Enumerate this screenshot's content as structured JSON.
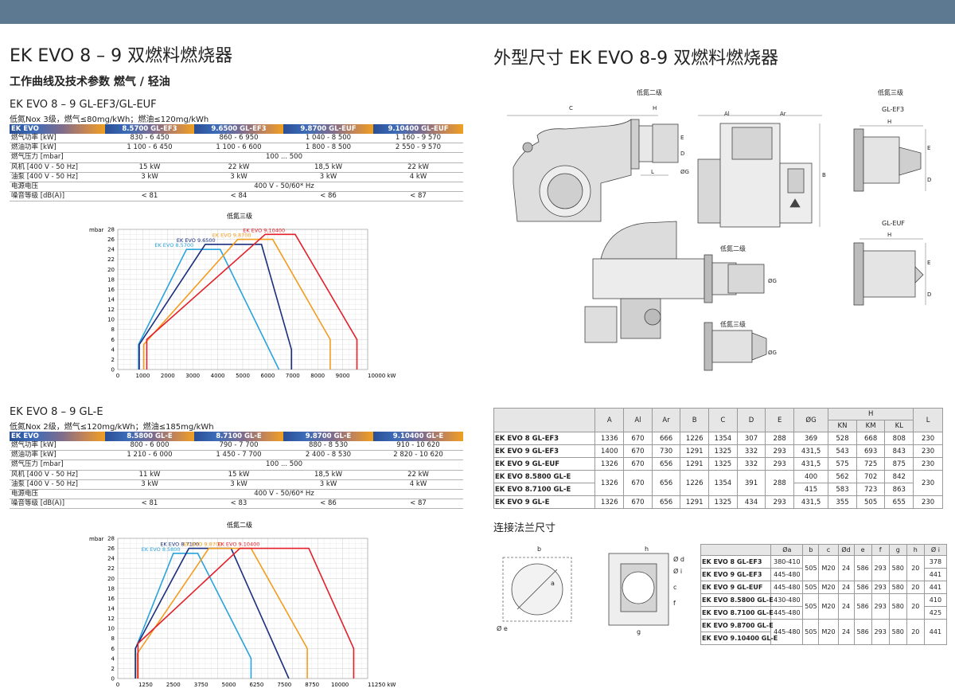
{
  "left": {
    "title": "EK EVO 8 – 9 双燃料燃烧器",
    "subtitle": "工作曲线及技术参数   燃气 / 轻油",
    "section1": {
      "title": "EK EVO 8 – 9 GL-EF3/GL-EUF",
      "note": "低氮Nox 3级，燃气≤80mg/kWh；燃油≤120mg/kWh",
      "header": [
        "EK EVO",
        "8.5700 GL-EF3",
        "9.6500 GL-EF3",
        "9.8700 GL-EUF",
        "9.10400 GL-EUF"
      ],
      "rows": [
        {
          "label": "燃气功率 [kW]",
          "cells": [
            "830 - 6 450",
            "860 - 6 950",
            "1 040 - 8 500",
            "1 160 - 9 570"
          ]
        },
        {
          "label": "燃油功率 [kW]",
          "cells": [
            "1 100 - 6 450",
            "1 100 - 6 600",
            "1 800 - 8 500",
            "2 550 - 9 570"
          ]
        },
        {
          "label": "燃气压力 [mbar]",
          "span": "100 ... 500"
        },
        {
          "label": "风机 [400 V - 50 Hz]",
          "cells": [
            "15 kW",
            "22 kW",
            "18,5 kW",
            "22 kW"
          ]
        },
        {
          "label": "油泵 [400 V - 50 Hz]",
          "cells": [
            "3 kW",
            "3 kW",
            "3 kW",
            "4 kW"
          ]
        },
        {
          "label": "电源电压",
          "span": "400 V - 50/60* Hz"
        },
        {
          "label": "噪音等级 [dB(A)]",
          "cells": [
            "< 81",
            "< 84",
            "< 86",
            "< 87"
          ]
        }
      ]
    },
    "section2": {
      "title": "EK EVO 8 – 9 GL-E",
      "note": "低氮Nox 2级，燃气≤120mg/kWh；燃油≤185mg/kWh",
      "header": [
        "EK EVO",
        "8.5800 GL-E",
        "8.7100 GL-E",
        "9.8700 GL-E",
        "9.10400 GL-E"
      ],
      "rows": [
        {
          "label": "燃气功率 [kW]",
          "cells": [
            "800 - 6 000",
            "790 - 7 700",
            "880 - 8 530",
            "910 - 10 620"
          ]
        },
        {
          "label": "燃油功率 [kW]",
          "cells": [
            "1 210 - 6 000",
            "1 450 - 7 700",
            "2 400 - 8 530",
            "2 820 - 10 620"
          ]
        },
        {
          "label": "燃气压力 [mbar]",
          "span": "100 ... 500"
        },
        {
          "label": "风机 [400 V - 50 Hz]",
          "cells": [
            "11 kW",
            "15 kW",
            "18,5 kW",
            "22 kW"
          ]
        },
        {
          "label": "油泵 [400 V - 50 Hz]",
          "cells": [
            "3 kW",
            "3 kW",
            "3 kW",
            "4 kW"
          ]
        },
        {
          "label": "电源电压",
          "span": "400 V - 50/60* Hz"
        },
        {
          "label": "噪音等级 [dB(A)]",
          "cells": [
            "< 81",
            "< 83",
            "< 86",
            "< 87"
          ]
        }
      ]
    }
  },
  "chart_data": [
    {
      "type": "line",
      "title": "低氮三级",
      "ylabel": "mbar",
      "xunit": "kW",
      "xlim": [
        0,
        10000
      ],
      "ylim": [
        0,
        28
      ],
      "xticks": [
        0,
        1000,
        2000,
        3000,
        4000,
        5000,
        6000,
        7000,
        8000,
        9000,
        10000
      ],
      "xtick_labels": [
        "0",
        "1000",
        "2000",
        "3000",
        "4000",
        "5000",
        "6000",
        "7000",
        "8000",
        "9000",
        "10000 kW"
      ],
      "yticks": [
        0,
        2,
        4,
        6,
        8,
        10,
        12,
        14,
        16,
        18,
        20,
        22,
        24,
        26,
        28
      ],
      "grid": true,
      "series": [
        {
          "name": "EK EVO 8.5700",
          "color": "#29a3dc",
          "points": [
            [
              830,
              0
            ],
            [
              830,
              5
            ],
            [
              2750,
              24
            ],
            [
              4100,
              24
            ],
            [
              6450,
              0
            ]
          ]
        },
        {
          "name": "EK EVO 9.6500",
          "color": "#1b2f7d",
          "points": [
            [
              860,
              0
            ],
            [
              860,
              5
            ],
            [
              3500,
              25
            ],
            [
              5750,
              25
            ],
            [
              6950,
              4
            ],
            [
              6950,
              0
            ]
          ]
        },
        {
          "name": "EK EVO 9.8700",
          "color": "#f39c1e",
          "points": [
            [
              1040,
              0
            ],
            [
              1040,
              5
            ],
            [
              4800,
              26
            ],
            [
              6200,
              26
            ],
            [
              8500,
              6
            ],
            [
              8500,
              0
            ]
          ]
        },
        {
          "name": "EK EVO 9.10400",
          "color": "#e3202a",
          "points": [
            [
              1160,
              0
            ],
            [
              1160,
              6
            ],
            [
              5900,
              27
            ],
            [
              7100,
              27
            ],
            [
              9570,
              6
            ],
            [
              9570,
              0
            ]
          ]
        }
      ]
    },
    {
      "type": "line",
      "title": "低氮二级",
      "ylabel": "mbar",
      "xunit": "kW",
      "xlim": [
        0,
        11250
      ],
      "ylim": [
        0,
        28
      ],
      "xticks": [
        0,
        1250,
        2500,
        3750,
        5000,
        6250,
        7500,
        8750,
        10000,
        11250
      ],
      "xtick_labels": [
        "0",
        "1250",
        "2500",
        "3750",
        "5000",
        "6250",
        "7500",
        "8750",
        "10000",
        "11250 kW"
      ],
      "yticks": [
        0,
        2,
        4,
        6,
        8,
        10,
        12,
        14,
        16,
        18,
        20,
        22,
        24,
        26,
        28
      ],
      "grid": true,
      "series": [
        {
          "name": "EK EVO 8.5800",
          "color": "#29a3dc",
          "points": [
            [
              800,
              0
            ],
            [
              800,
              6
            ],
            [
              2500,
              25
            ],
            [
              3600,
              25
            ],
            [
              6000,
              4
            ],
            [
              6000,
              0
            ]
          ]
        },
        {
          "name": "EK EVO 8.7100",
          "color": "#1b2f7d",
          "points": [
            [
              790,
              0
            ],
            [
              790,
              6
            ],
            [
              3200,
              26
            ],
            [
              5100,
              26
            ],
            [
              7700,
              0
            ]
          ]
        },
        {
          "name": "EK EVO 9.8700",
          "color": "#f39c1e",
          "points": [
            [
              880,
              0
            ],
            [
              880,
              5
            ],
            [
              4100,
              26
            ],
            [
              6000,
              26
            ],
            [
              8530,
              6
            ],
            [
              8530,
              0
            ]
          ]
        },
        {
          "name": "EK EVO 9.10400",
          "color": "#e3202a",
          "points": [
            [
              910,
              0
            ],
            [
              910,
              7
            ],
            [
              5500,
              26
            ],
            [
              8600,
              26
            ],
            [
              10620,
              6
            ],
            [
              10620,
              0
            ]
          ]
        }
      ]
    }
  ],
  "right": {
    "title": "外型尺寸  EK EVO 8-9 双燃料燃烧器",
    "drawings": {
      "lowNox2_top": "低氮二级",
      "lowNox3_top": "低氮三级",
      "gl_ef3": "GL-EF3",
      "gl_euf": "GL-EUF",
      "lowNox2_mid": "低氮二级",
      "lowNox3_mid": "低氮三级",
      "dim_letters": [
        "C",
        "H",
        "Al",
        "Ar",
        "B",
        "D",
        "E",
        "L",
        "ØG",
        "H",
        "E",
        "D",
        "H",
        "E",
        "D",
        "ØG",
        "ØG"
      ]
    },
    "dims": {
      "head": [
        "",
        "A",
        "Al",
        "Ar",
        "B",
        "C",
        "D",
        "E",
        "ØG",
        "H",
        "L"
      ],
      "hsub": [
        "KN",
        "KM",
        "KL"
      ],
      "rows": [
        {
          "name": "EK EVO 8 GL-EF3",
          "v": [
            "1336",
            "670",
            "666",
            "1226",
            "1354",
            "307",
            "288",
            "369",
            "528",
            "668",
            "808",
            "230"
          ]
        },
        {
          "name": "EK EVO 9 GL-EF3",
          "v": [
            "1400",
            "670",
            "730",
            "1291",
            "1325",
            "332",
            "293",
            "431,5",
            "543",
            "693",
            "843",
            "230"
          ]
        },
        {
          "name": "EK EVO 9 GL-EUF",
          "v": [
            "1326",
            "670",
            "656",
            "1291",
            "1325",
            "332",
            "293",
            "431,5",
            "575",
            "725",
            "875",
            "230"
          ]
        },
        {
          "name": "EK EVO 8.5800 GL-E",
          "v": [
            "1326",
            "670",
            "656",
            "1226",
            "1354",
            "391",
            "288",
            "400",
            "562",
            "702",
            "842",
            "230"
          ]
        },
        {
          "name": "EK EVO 8.7100 GL-E",
          "v": [
            "",
            "",
            "",
            "",
            "",
            "",
            "",
            "415",
            "583",
            "723",
            "863",
            ""
          ]
        },
        {
          "name": "EK EVO 9 GL-E",
          "v": [
            "1326",
            "670",
            "656",
            "1291",
            "1325",
            "434",
            "293",
            "431,5",
            "355",
            "505",
            "655",
            "230"
          ]
        }
      ]
    },
    "flange": {
      "title": "连接法兰尺寸",
      "drawing_labels": [
        "b",
        "a",
        "Ø e",
        "c",
        "h",
        "Ø d",
        "Ø i",
        "f",
        "g"
      ],
      "head": [
        "",
        "Øa",
        "b",
        "c",
        "Ød",
        "e",
        "f",
        "g",
        "h",
        "Ø i"
      ],
      "rows": [
        {
          "name": "EK EVO 8 GL-EF3",
          "a": "380-410",
          "i": "378"
        },
        {
          "name": "EK EVO 9 GL-EF3",
          "a": "445-480",
          "i": "441"
        },
        {
          "name": "EK EVO 9 GL-EUF",
          "a": "445-480",
          "i": "441"
        },
        {
          "name": "EK EVO 8.5800 GL-E",
          "a": "430-480",
          "i": "410"
        },
        {
          "name": "EK EVO 8.7100 GL-E",
          "a": "445-480",
          "i": "425"
        },
        {
          "name": "EK EVO 9.8700 GL-E",
          "a": "445-480",
          "i": "441"
        },
        {
          "name": "EK EVO 9.10400 GL-E",
          "a": "",
          "i": ""
        }
      ],
      "common": {
        "b": "505",
        "c": "M20",
        "d": "24",
        "e": "586",
        "f": "293",
        "g": "580",
        "h": "20"
      }
    }
  }
}
